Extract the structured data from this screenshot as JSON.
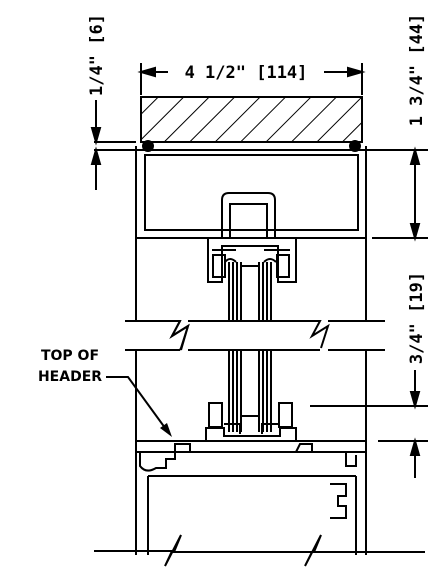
{
  "dimensions": {
    "head_width": "4 1/2\" [114]",
    "top_gap": "1/4\" [6]",
    "head_depth": "1 3/4\" [44]",
    "glass_engagement": "3/4\" [19]"
  },
  "notes": {
    "top_of_header_line1": "TOP OF",
    "top_of_header_line2": "HEADER"
  }
}
